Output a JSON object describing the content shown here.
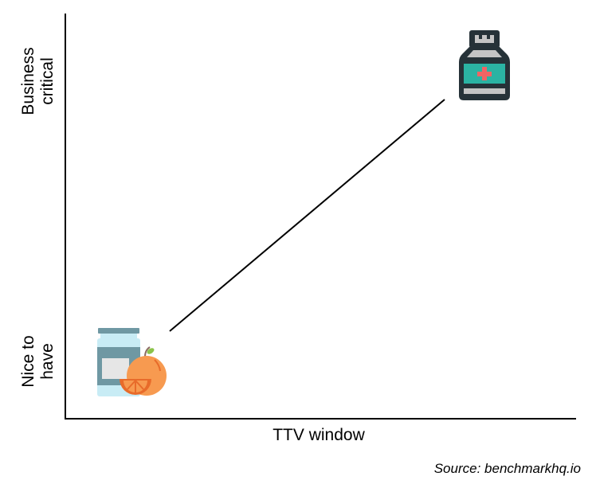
{
  "diagram": {
    "y_axis": {
      "top_label": "Business critical",
      "top_label_lines": [
        "Business",
        "critical"
      ],
      "bottom_label": "Nice to have",
      "bottom_label_lines": [
        "Nice to",
        "have"
      ]
    },
    "x_axis": {
      "label": "TTV window"
    },
    "items": [
      {
        "name": "vitamins",
        "icon": "vitamin-bottle-orange-icon",
        "position": "bottom-left"
      },
      {
        "name": "medicine",
        "icon": "medicine-bottle-icon",
        "position": "top-right"
      }
    ],
    "connector": {
      "from": "vitamins",
      "to": "medicine"
    },
    "colors": {
      "axis": "#000000",
      "medicine_body": "#263238",
      "medicine_cap_gray": "#c4c4c4",
      "medicine_label": "#2bb3a3",
      "medicine_cross": "#f06464",
      "vitamin_bottle": "#c8ecf5",
      "vitamin_bottle_band": "#6f98a3",
      "vitamin_label": "#e6e6e6",
      "orange": "#f79a50",
      "orange_slice": "#e86b2a",
      "orange_leaf": "#8bc34a"
    }
  },
  "source": "Source: benchmarkhq.io"
}
